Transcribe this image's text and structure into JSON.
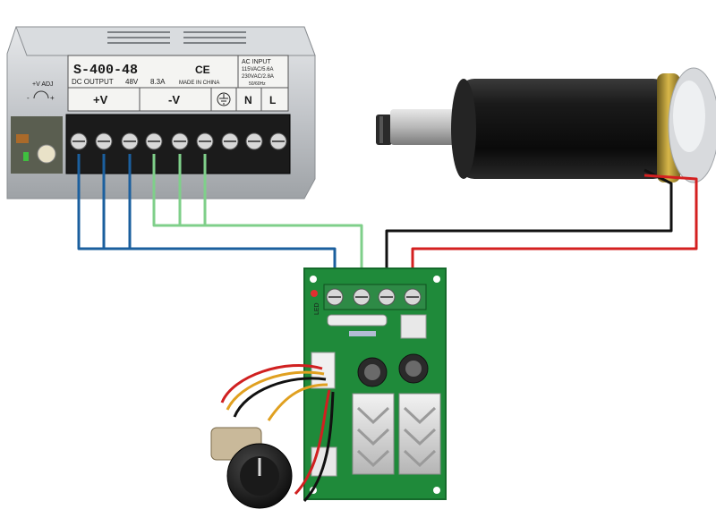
{
  "power_supply": {
    "model": "S-400-48",
    "ce_mark": "CE",
    "dc_output_label": "DC OUTPUT",
    "voltage": "48V",
    "current": "8.3A",
    "made_in": "MADE IN CHINA",
    "ac_input_title": "AC INPUT",
    "ac_input_115": "115VAC/5.6A",
    "ac_input_230": "230VAC/2.8A",
    "ac_frequency": "50/60Hz",
    "adj_label": "+V ADJ",
    "terminal_plus": "+V",
    "terminal_minus": "-V",
    "terminal_n": "N",
    "terminal_l": "L"
  },
  "controller": {
    "led_label": "LED"
  },
  "colors": {
    "positive_wire": "#1b5f9e",
    "negative_wire": "#7fcf8a",
    "motor_black_wire": "#111111",
    "motor_red_wire": "#d42020",
    "pcb_green": "#1f8a3a",
    "psu_silver": "#c9ccd0",
    "motor_body": "#151515"
  },
  "icons": [
    "ground-symbol",
    "potentiometer-knob",
    "spindle-motor",
    "led-indicator"
  ]
}
